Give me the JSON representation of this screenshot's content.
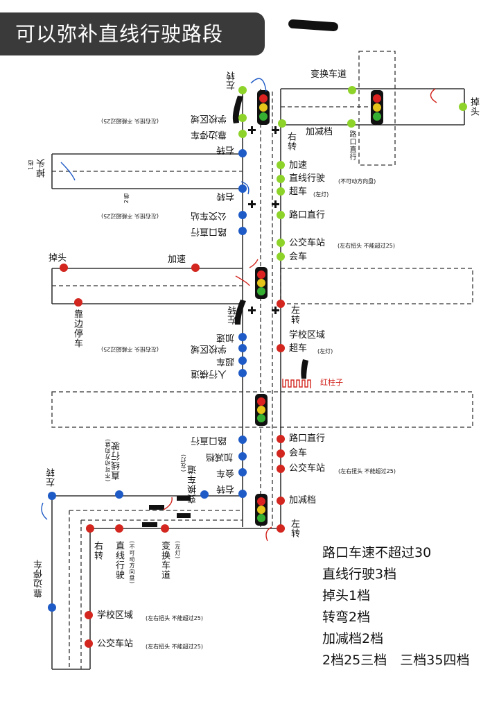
{
  "title": "可以弥补直线行驶路段",
  "rules": [
    "路口车速不超过30",
    "直线行驶3档",
    "掉头1档",
    "转弯2档",
    "加减档2档",
    "2档25三档　三档35四档"
  ],
  "colors": {
    "green": "#8ed32a",
    "blue": "#1f5bc6",
    "red": "#d2261f",
    "road": "#333333",
    "dash": "#333333"
  },
  "labels": {
    "g_huandao": "变换车道",
    "g_diaotou": "掉头",
    "g_youzhuan": "右转",
    "g_jiajian": "加减档",
    "g_lukou_small": "路口直行",
    "g_jiasu": "加速",
    "g_zhixian": "直线行驶",
    "g_zhixian_note": "(不可动方向盘)",
    "g_chaoche": "超车",
    "g_chaoche_note": "(左灯)",
    "g_lukou": "路口直行",
    "g_gongjiao": "公交车站",
    "g_gongjiao_note": "(左右扭头 不能超过25)",
    "g_huiche": "会车",
    "b_zuozhuan_top": "左转",
    "b_school_note": "(左右扭头 不能超过25)",
    "b_xuexiao": "学校区域",
    "b_kaobian": "靠边停车",
    "b_youzhuan1": "右转",
    "b_diaotou_left": "掉头",
    "b_diaotou_left_note": "1档",
    "b_youzhuan2": "右转",
    "b_youzhuan2_note": "2档",
    "b_gongjiao_note": "(左右扭头 不能超过25)",
    "b_gongjiao": "公交车站",
    "b_lukou": "路口直行",
    "r_diaotou": "掉头",
    "r_jiasu": "加速",
    "r_kaobian": "靠边停车",
    "b_zuozhuan_mid": "左转",
    "r_zuozhuan_mid": "左转",
    "b_jiasu2": "加速",
    "b_school2_note": "(左右扭头 不能超过25)",
    "b_xuexiao2": "学校区域",
    "r_xuexiao": "学校区域",
    "b_chaoche2": "超车",
    "r_chaoche": "超车",
    "r_chaoche_note": "(左灯)",
    "b_renxing": "人行横道",
    "red_pillar": "红柱子",
    "b_lukou2": "路口直行",
    "r_lukou2": "路口直行",
    "b_zhixian2": "直线行驶",
    "b_zhixian2_note": "(不可动方向盘)",
    "b_huandao2": "变换车道",
    "b_huandao2_note": "(左灯)",
    "b_jiajian2": "加减档",
    "r_huiche": "会车",
    "b_huiche": "会车",
    "r_gongjiao2": "公交车站",
    "r_gongjiao2_note": "(左右扭头 不能超过25)",
    "b_zuozhuan_bl": "左转",
    "b_youzhuan3": "右转",
    "r_jiajian": "加减档",
    "r_zuozhuan_bot": "左转",
    "r_youzhuan_bot": "右转",
    "r_zhixian_bot": "直线行驶",
    "r_zhixian_bot_note": "(不可动方向盘)",
    "r_huandao_bot": "变换车道",
    "r_huandao_bot_note": "(左灯)",
    "b_kaobian_bot": "靠边停车",
    "r_xuexiao_bot": "学校区域",
    "r_xuexiao_bot_note": "(左右扭头 不能超过25)",
    "r_gongjiao_bot": "公交车站",
    "r_gongjiao_bot_note": "(左右扭头 不能超过25)"
  }
}
